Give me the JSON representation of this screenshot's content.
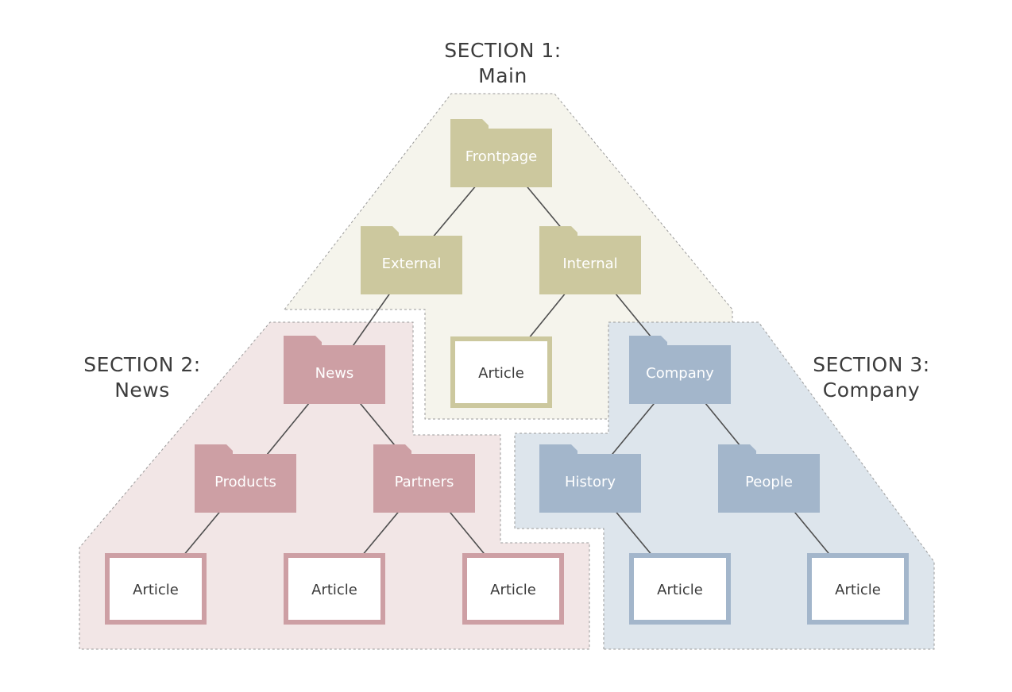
{
  "colors": {
    "main_folder": "#ccc89e",
    "main_region": "#f5f4ec",
    "news_folder": "#cd9fa4",
    "news_region": "#f2e6e6",
    "company_folder": "#a3b6cb",
    "company_region": "#dde5ec",
    "connector": "#4f4f4f",
    "region_border": "#9a9a9a",
    "title_text": "#3c3c3c"
  },
  "sections": [
    {
      "id": "main",
      "title": "SECTION 1:",
      "subtitle": "Main",
      "color_key": "main"
    },
    {
      "id": "news",
      "title": "SECTION 2:",
      "subtitle": "News",
      "color_key": "news"
    },
    {
      "id": "company",
      "title": "SECTION 3:",
      "subtitle": "Company",
      "color_key": "company"
    }
  ],
  "nodes": [
    {
      "id": "frontpage",
      "label": "Frontpage",
      "kind": "folder",
      "section": "main"
    },
    {
      "id": "external",
      "label": "External",
      "kind": "folder",
      "section": "main"
    },
    {
      "id": "internal",
      "label": "Internal",
      "kind": "folder",
      "section": "main"
    },
    {
      "id": "article-internal",
      "label": "Article",
      "kind": "article",
      "section": "main"
    },
    {
      "id": "news",
      "label": "News",
      "kind": "folder",
      "section": "news"
    },
    {
      "id": "products",
      "label": "Products",
      "kind": "folder",
      "section": "news"
    },
    {
      "id": "partners",
      "label": "Partners",
      "kind": "folder",
      "section": "news"
    },
    {
      "id": "article-products",
      "label": "Article",
      "kind": "article",
      "section": "news"
    },
    {
      "id": "article-partners-1",
      "label": "Article",
      "kind": "article",
      "section": "news"
    },
    {
      "id": "article-partners-2",
      "label": "Article",
      "kind": "article",
      "section": "news"
    },
    {
      "id": "company",
      "label": "Company",
      "kind": "folder",
      "section": "company"
    },
    {
      "id": "history",
      "label": "History",
      "kind": "folder",
      "section": "company"
    },
    {
      "id": "people",
      "label": "People",
      "kind": "folder",
      "section": "company"
    },
    {
      "id": "article-history",
      "label": "Article",
      "kind": "article",
      "section": "company"
    },
    {
      "id": "article-people",
      "label": "Article",
      "kind": "article",
      "section": "company"
    }
  ],
  "edges": [
    [
      "frontpage",
      "external"
    ],
    [
      "frontpage",
      "internal"
    ],
    [
      "external",
      "news"
    ],
    [
      "internal",
      "article-internal"
    ],
    [
      "internal",
      "company"
    ],
    [
      "news",
      "products"
    ],
    [
      "news",
      "partners"
    ],
    [
      "products",
      "article-products"
    ],
    [
      "partners",
      "article-partners-1"
    ],
    [
      "partners",
      "article-partners-2"
    ],
    [
      "company",
      "history"
    ],
    [
      "company",
      "people"
    ],
    [
      "history",
      "article-history"
    ],
    [
      "people",
      "article-people"
    ]
  ]
}
